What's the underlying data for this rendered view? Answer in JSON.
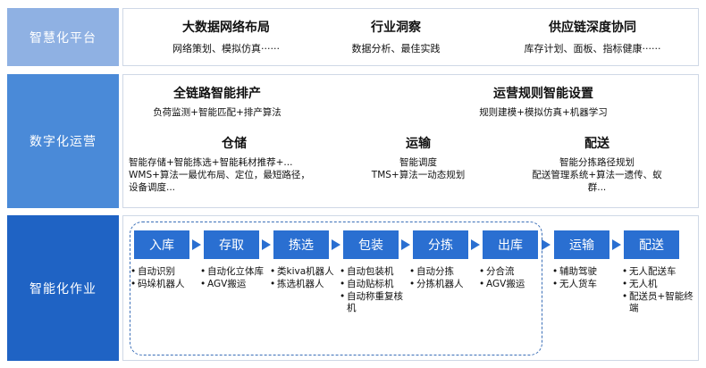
{
  "tiers": [
    {
      "label": "智慧化平台"
    },
    {
      "label": "数字化运营"
    },
    {
      "label": "智能化作业"
    }
  ],
  "platform": [
    {
      "title": "大数据网络布局",
      "desc": "网络策划、模拟仿真······"
    },
    {
      "title": "行业洞察",
      "desc": "数据分析、最佳实践"
    },
    {
      "title": "供应链深度协同",
      "desc": "库存计划、面板、指标健康······"
    }
  ],
  "operations": {
    "chain": {
      "title": "全链路智能排产",
      "desc": "负荷监测+智能匹配+排产算法"
    },
    "rules": {
      "title": "运营规则智能设置",
      "desc": "规则建模+模拟仿真+机器学习"
    },
    "storage": {
      "title": "仓储",
      "desc": "智能存储+智能拣选+智能耗材推荐+...\nWMS+算法一最优布局、定位，最短路径，\n设备调度..."
    },
    "transport": {
      "title": "运输",
      "desc": "智能调度\nTMS+算法一动态规划"
    },
    "delivery": {
      "title": "配送",
      "desc": "智能分拣路径规划\n配送管理系统+算法一遗传、蚁\n群..."
    }
  },
  "stages": [
    {
      "label": "入库",
      "items": [
        "自动识别",
        "码垛机器人"
      ]
    },
    {
      "label": "存取",
      "items": [
        "自动化立体库",
        "AGV搬运"
      ]
    },
    {
      "label": "拣选",
      "items": [
        "类kiva机器人",
        "拣选机器人"
      ]
    },
    {
      "label": "包装",
      "items": [
        "自动包装机",
        "自动贴标机",
        "自动称重复核机"
      ]
    },
    {
      "label": "分拣",
      "items": [
        "自动分拣",
        "分拣机器人"
      ]
    },
    {
      "label": "出库",
      "items": [
        "分合流",
        "AGV搬运"
      ]
    },
    {
      "label": "运输",
      "items": [
        "辅助驾驶",
        "无人货车"
      ]
    },
    {
      "label": "配送",
      "items": [
        "无人配送车",
        "无人机",
        "配送员+智能终端"
      ]
    }
  ],
  "colors": {
    "tier1": "#8fb1e3",
    "tier2": "#4a8ad8",
    "tier3": "#1f63c4",
    "stage": "#2a6fd1"
  }
}
